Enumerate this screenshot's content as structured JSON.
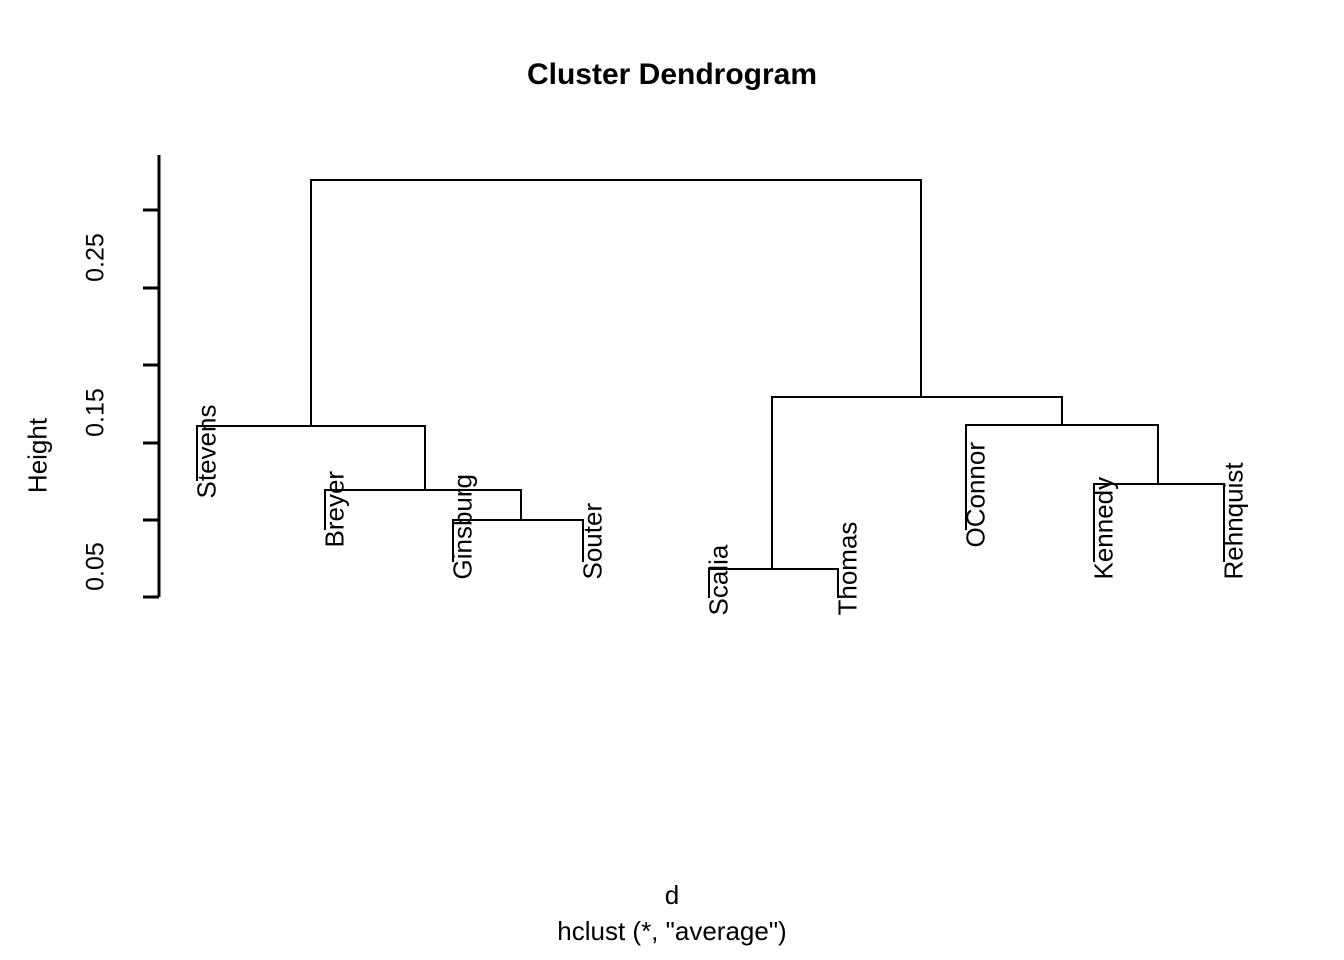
{
  "chart_data": {
    "type": "dendrogram",
    "title": "Cluster Dendrogram",
    "ylabel": "Height",
    "xlabel": "d",
    "subtitle": "hclust (*, \"average\")",
    "method": "average",
    "grid": false,
    "legend": "none",
    "ylim": [
      0.02,
      0.305
    ],
    "yticks": [
      0.05,
      0.1,
      0.15,
      0.2,
      0.25,
      0.3
    ],
    "ytick_labels": [
      "0.05",
      "",
      "0.15",
      "",
      "0.25",
      ""
    ],
    "leaves": [
      "Stevens",
      "Breyer",
      "Ginsburg",
      "Souter",
      "Scalia",
      "Thomas",
      "OConnor",
      "Kennedy",
      "Rehnquist"
    ],
    "leaf_heights": [
      0.105,
      0.075,
      0.055,
      0.055,
      0.032,
      0.032,
      0.075,
      0.055,
      0.055
    ],
    "merges": [
      {
        "name": "ginsburg-souter",
        "height": 0.102,
        "children": [
          "Ginsburg",
          "Souter"
        ]
      },
      {
        "name": "breyer-ginsburg-souter",
        "height": 0.117,
        "children": [
          "Breyer",
          "ginsburg-souter"
        ]
      },
      {
        "name": "liberal-cluster",
        "height": 0.152,
        "children": [
          "Stevens",
          "breyer-ginsburg-souter"
        ]
      },
      {
        "name": "scalia-thomas",
        "height": 0.073,
        "children": [
          "Scalia",
          "Thomas"
        ]
      },
      {
        "name": "kennedy-rehnquist",
        "height": 0.128,
        "children": [
          "Kennedy",
          "Rehnquist"
        ]
      },
      {
        "name": "oconnor-kennedy-rehnquist",
        "height": 0.151,
        "children": [
          "OConnor",
          "kennedy-rehnquist"
        ]
      },
      {
        "name": "conservative-cluster",
        "height": 0.166,
        "children": [
          "scalia-thomas",
          "oconnor-kennedy-rehnquist"
        ]
      },
      {
        "name": "root",
        "height": 0.306,
        "children": [
          "liberal-cluster",
          "conservative-cluster"
        ]
      }
    ],
    "line_color": "#000000",
    "background_color": "#ffffff"
  }
}
